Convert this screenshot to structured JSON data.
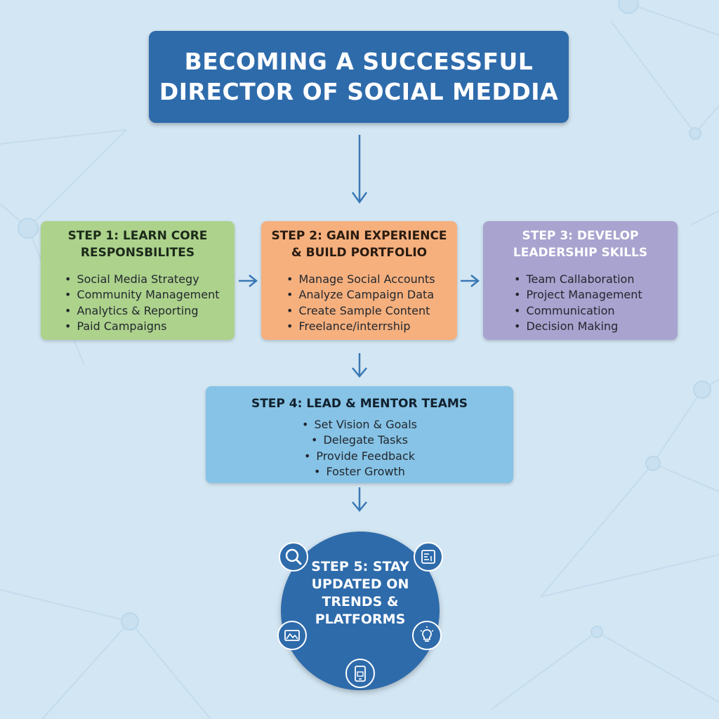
{
  "title": {
    "line1": "BECOMING A SUCCESSFUL",
    "line2": "DIRECTOR OF SOCIAL MEDDIA"
  },
  "steps": [
    {
      "title_line1": "STEP 1: LEARN CORE",
      "title_line2": "RESPONSBILITES",
      "items": [
        "Social Media Strategy",
        "Community Management",
        "Analytics & Reporting",
        "Paid Campaigns"
      ]
    },
    {
      "title_line1": "STEP 2: GAIN EXPERIENCE",
      "title_line2": "& BUILD PORTFOLIO",
      "items": [
        "Manage Social Accounts",
        "Analyze Campaign Data",
        "Create Sample Content",
        "Freelance/interrship"
      ]
    },
    {
      "title_line1": "STEP 3: DEVELOP",
      "title_line2": "LEADERSHIP SKILLS",
      "items": [
        "Team Callaboration",
        "Project Management",
        "Communication",
        "Decision Making"
      ]
    },
    {
      "title_line1": "STEP 4: LEAD & MENTOR TEAMS",
      "items": [
        "Set Vision & Goals",
        "Delegate Tasks",
        "Provide Feedback",
        "Foster Growth"
      ]
    }
  ],
  "step5": {
    "lines": [
      "STEP 5: STAY",
      "UPDATED ON",
      "TRENDS &",
      "PLATFORMS"
    ],
    "icons": [
      "magnifier-icon",
      "chart-board-icon",
      "image-map-icon",
      "lightbulb-icon",
      "tablet-icon"
    ]
  },
  "colors": {
    "background": "#d3e6f3",
    "title_fill": "#2e6bab",
    "step1_fill": "#acd28c",
    "step2_fill": "#f5b07e",
    "step3_fill": "#a8a3cf",
    "step4_fill": "#86c3e6",
    "step5_fill": "#2e6bab",
    "arrow": "#3a78b5"
  }
}
